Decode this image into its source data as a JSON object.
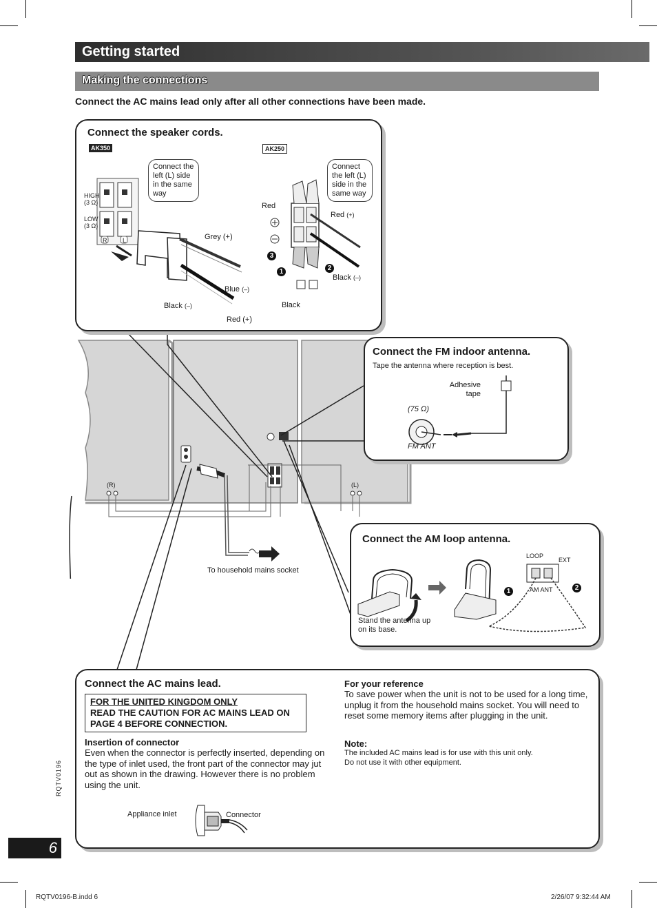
{
  "header": {
    "title": "Getting started"
  },
  "subheader": {
    "title": "Making the connections"
  },
  "warning": "Connect the AC mains lead only after all other connections have been made.",
  "speaker": {
    "title": "Connect the speaker cords.",
    "ak350": "AK350",
    "ak250": "AK250",
    "bubble_left": "Connect the left (L) side in the same way",
    "bubble_right": "Connect the left (L) side in the same way",
    "high": "HIGH",
    "high_ohm": "(3 Ω)",
    "low": "LOW",
    "low_ohm": "(3 Ω)",
    "r": "R",
    "l": "L",
    "grey": "Grey (+)",
    "blue": "Blue",
    "blue_sign": "(–)",
    "black": "Black",
    "black_sign": "(–)",
    "red_plus": "Red (+)",
    "red_left": "Red",
    "red_right": "Red",
    "red_right_sign": "(+)",
    "black_right": "Black",
    "black_right_sign": "(–)",
    "black_bottom": "Black",
    "n1": "1",
    "n2": "2",
    "n3": "3"
  },
  "fm": {
    "title": "Connect the FM indoor antenna.",
    "note": "Tape the antenna where reception is best.",
    "tape": "Adhesive tape",
    "ohm": "(75 Ω)",
    "label": "FM ANT"
  },
  "am": {
    "title": "Connect the AM loop antenna.",
    "stand": "Stand the antenna up on its base.",
    "loop": "LOOP",
    "ext": "EXT",
    "label": "AM ANT",
    "n1": "1",
    "n2": "2"
  },
  "unit": {
    "r": "(R)",
    "l": "(L)",
    "mains": "To household mains socket"
  },
  "ac": {
    "title": "Connect the AC mains lead.",
    "uk_line1": "FOR THE UNITED KINGDOM ONLY",
    "uk_line2": "READ THE CAUTION FOR AC MAINS LEAD ON PAGE 4 BEFORE CONNECTION.",
    "insertion_title": "Insertion of connector",
    "insertion_body": "Even when the connector is perfectly inserted, depending on the type of inlet used, the front part of the connector may jut out as shown in the drawing. However there is no problem using the unit.",
    "inlet": "Appliance inlet",
    "connector": "Connector",
    "ref_title": "For your reference",
    "ref_body": "To save power when the unit is not to be used for a long time, unplug it from the household mains socket. You will need to reset some memory items after plugging in the unit.",
    "note_title": "Note:",
    "note_line1": "The included AC mains lead is for use with this unit only.",
    "note_line2": "Do not use it with other equipment."
  },
  "page": {
    "number": "6",
    "code": "RQTV0196"
  },
  "footer": {
    "file": "RQTV0196-B.indd   6",
    "date": "2/26/07   9:32:44 AM"
  }
}
